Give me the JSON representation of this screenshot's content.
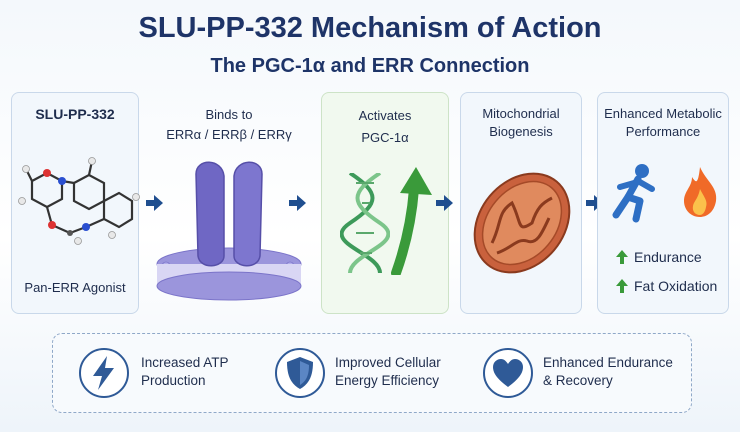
{
  "header": {
    "title": "SLU-PP-332 Mechanism of Action",
    "subtitle": "The PGC-1α and ERR Connection"
  },
  "steps": [
    {
      "title": "SLU-PP-332",
      "caption": "Pan-ERR Agonist"
    },
    {
      "line1": "Binds to",
      "line2": "ERRα / ERRβ / ERRγ"
    },
    {
      "line1": "Activates",
      "line2": "PGC-1α"
    },
    {
      "line1": "Mitochondrial",
      "line2": "Biogenesis"
    },
    {
      "line1": "Enhanced Metabolic",
      "line2": "Performance"
    }
  ],
  "outcomes": [
    {
      "label": "Endurance",
      "icon": "up-arrow-icon"
    },
    {
      "label": "Fat Oxidation",
      "icon": "up-arrow-icon"
    }
  ],
  "benefits": [
    {
      "line1": "Increased ATP",
      "line2": "Production",
      "icon": "lightning-icon"
    },
    {
      "line1": "Improved Cellular",
      "line2": "Energy Efficiency",
      "icon": "shield-icon"
    },
    {
      "line1": "Enhanced Endurance",
      "line2": "& Recovery",
      "icon": "heart-icon"
    }
  ],
  "colors": {
    "title": "#1e3468",
    "arrow": "#1f4e8f",
    "receptor": "#7b74c9",
    "dna": "#3d9a5a",
    "mito": "#c9613d",
    "runner": "#2e6fc4",
    "flame": "#f06a28",
    "up_arrow": "#3a9a3a"
  }
}
